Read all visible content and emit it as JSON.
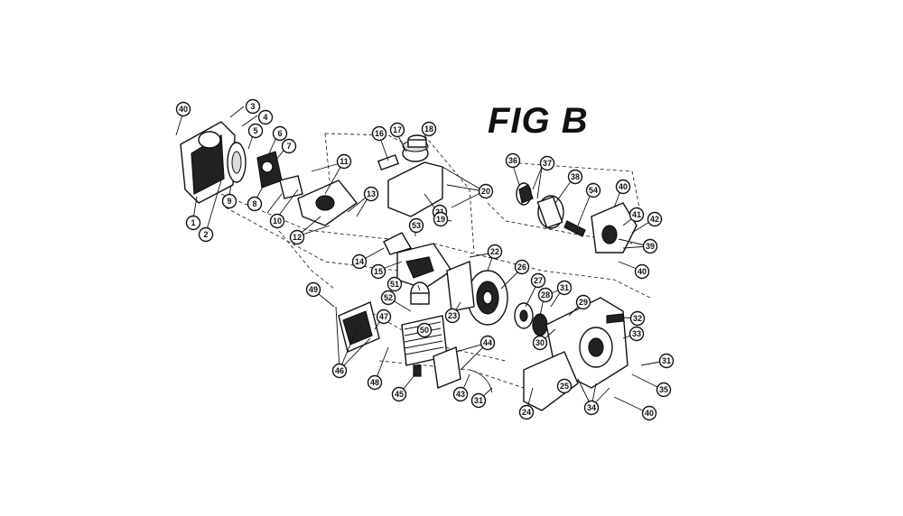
{
  "title": "FIG B",
  "callouts": [
    "40",
    "3",
    "4",
    "5",
    "6",
    "7",
    "1",
    "2",
    "9",
    "8",
    "10",
    "12",
    "13",
    "11",
    "16",
    "17",
    "18",
    "20",
    "21",
    "19",
    "53",
    "14",
    "15",
    "22",
    "26",
    "23",
    "27",
    "28",
    "36",
    "37",
    "38",
    "54",
    "40",
    "41",
    "42",
    "39",
    "40",
    "49",
    "51",
    "52",
    "47",
    "46",
    "50",
    "48",
    "45",
    "44",
    "43",
    "31",
    "31",
    "29",
    "32",
    "33",
    "30",
    "31",
    "35",
    "24",
    "34",
    "40",
    "25"
  ]
}
